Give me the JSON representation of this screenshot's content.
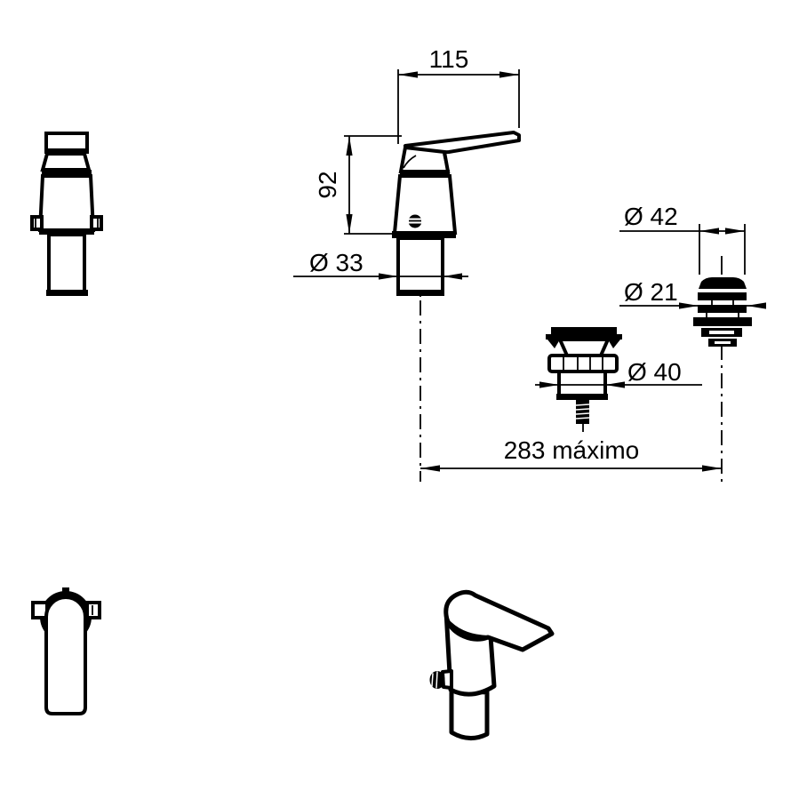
{
  "drawing": {
    "type": "technical-drawing",
    "subject": "single-lever basin mixer with pop-up waste",
    "background": "#ffffff",
    "ink": "#000000",
    "dimension_labels": {
      "handle_width": "115",
      "body_height": "92",
      "base_diameter": "Ø 33",
      "connector_cap_diameter": "Ø 42",
      "connector_stem_diameter": "Ø 21",
      "waste_body_diameter": "Ø 40",
      "max_projection": "283 máximo"
    }
  }
}
